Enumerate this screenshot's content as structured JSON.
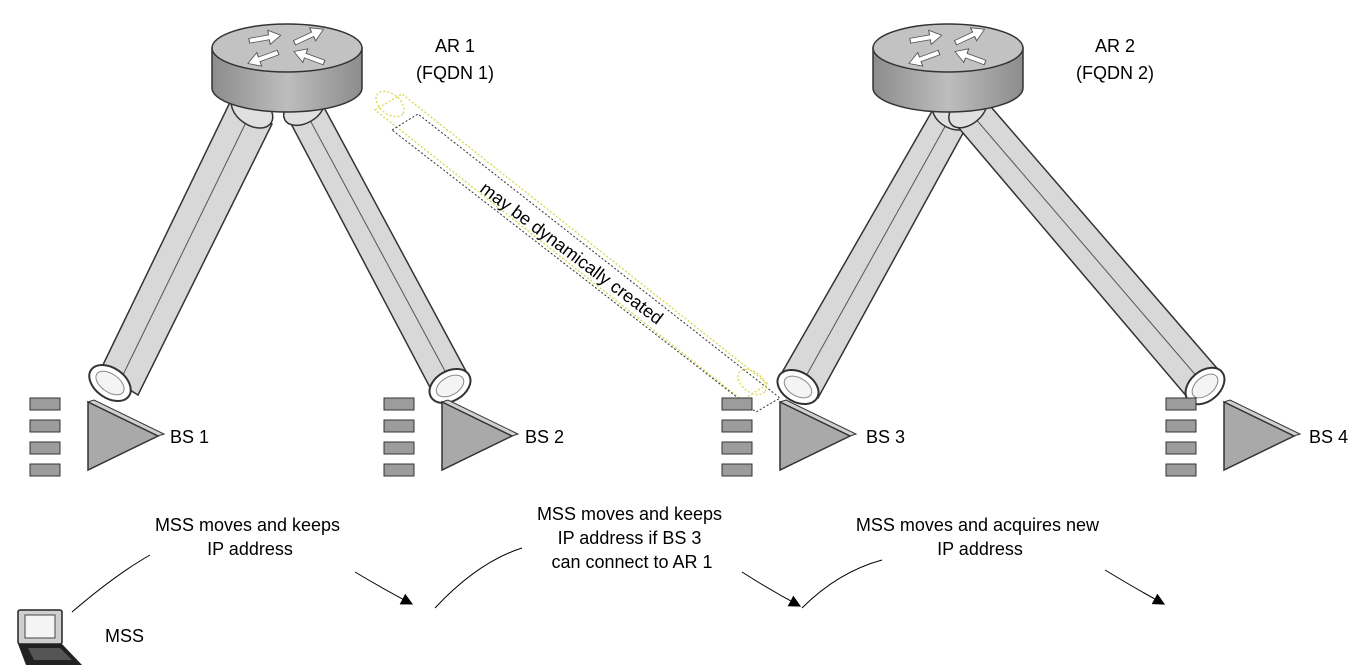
{
  "diagram": {
    "routers": [
      {
        "name": "AR 1",
        "fqdn": "(FQDN 1)"
      },
      {
        "name": "AR 2",
        "fqdn": "(FQDN 2)"
      }
    ],
    "base_stations": [
      "BS 1",
      "BS 2",
      "BS 3",
      "BS 4"
    ],
    "dynamic_tunnel_label": "may be dynamically created",
    "notes": [
      {
        "lines": [
          "MSS moves and keeps",
          "IP address"
        ]
      },
      {
        "lines": [
          "MSS moves and keeps",
          "IP address if  BS 3",
          "can connect to AR 1"
        ]
      },
      {
        "lines": [
          "MSS moves and acquires new",
          "IP address"
        ]
      }
    ],
    "mss_label": "MSS"
  }
}
